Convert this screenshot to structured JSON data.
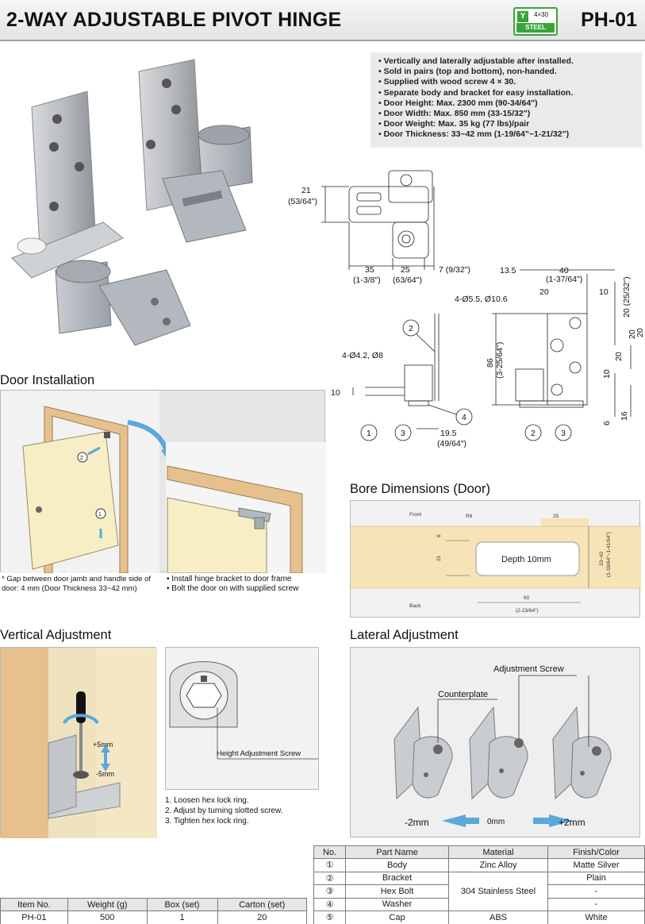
{
  "header": {
    "title": "2-WAY ADJUSTABLE PIVOT HINGE",
    "model": "PH-01",
    "badge_size": "4×30",
    "badge_material": "STEEL",
    "badge_logo": "Y"
  },
  "features": [
    "Vertically and laterally adjustable after installed.",
    "Sold in pairs (top and bottom), non-handed.",
    "Supplied with wood screw 4 × 30.",
    "Separate body and bracket for easy installation.",
    "Door Height: Max. 2300 mm (90-34/64\")",
    "Door Width: Max. 850 mm (33-15/32\")",
    "Door Weight: Max. 35 kg (77 lbs)/pair",
    "Door Thickness: 33~42 mm (1-19/64\"~1-21/32\")"
  ],
  "dimensions_top": {
    "d21": "21",
    "d21_in": "(53/64\")",
    "d35": "35",
    "d35_in": "(1-3/8\")",
    "d25": "25",
    "d25_in": "(63/64\")",
    "d7": "7 (9/32\")"
  },
  "dimensions_side": {
    "holes": "4-Ø4.2, Ø8",
    "d10": "10",
    "d19_5": "19.5",
    "d19_5_in": "(49/64\")",
    "c1": "1",
    "c2": "2",
    "c3": "3",
    "c4": "4"
  },
  "dimensions_front": {
    "d13_5": "13.5",
    "d40": "40",
    "d40_in": "(1-37/64\")",
    "holes": "4-Ø5.5, Ø10.6",
    "d20a": "20",
    "d10a": "10",
    "d20_in": "20 (25/32\")",
    "d20b": "20",
    "d20c": "20",
    "d20d": "20",
    "d86": "86",
    "d86_in": "(3-25/64\")",
    "d10b": "10",
    "d6": "6",
    "d16": "16",
    "c2": "2",
    "c3": "3"
  },
  "door_installation": {
    "title": "Door Installation",
    "step1": "1",
    "step2": "2",
    "note_left": "* Gap between door jamb and handle side of door: 4 mm (Door Thickness 33~42 mm)",
    "note_right_1": "• Install hinge bracket to door frame",
    "note_right_2": "• Bolt the door on with supplied screw"
  },
  "bore": {
    "title": "Bore Dimensions (Door)",
    "front": "Front",
    "back": "Back",
    "depth": "Depth 10mm",
    "r": "R6",
    "d25": "25",
    "d6": "6",
    "d21": "21",
    "d60": "60",
    "d60_in": "(2-23/64\")",
    "d33_42": "33~42",
    "d33_42_in": "(1-19/64\"~1-41/64\")"
  },
  "vertical": {
    "title": "Vertical Adjustment",
    "plus": "+5mm",
    "minus": "-5mm",
    "screw_label": "Height Adjustment Screw",
    "steps": [
      "1. Loosen hex lock ring.",
      "2. Adjust by turning slotted screw.",
      "3. Tighten hex lock ring."
    ]
  },
  "lateral": {
    "title": "Lateral Adjustment",
    "adj_screw": "Adjustment Screw",
    "counterplate": "Counterplate",
    "left": "-2mm",
    "center": "0mm",
    "right": "+2mm"
  },
  "spec_table": {
    "headers": [
      "Item No.",
      "Weight (g)",
      "Box (set)",
      "Carton (set)"
    ],
    "row": [
      "PH-01",
      "500",
      "1",
      "20"
    ]
  },
  "parts_table": {
    "headers": [
      "No.",
      "Part Name",
      "Material",
      "Finish/Color"
    ],
    "rows": [
      {
        "no": "①",
        "name": "Body",
        "material": "Zinc Alloy",
        "finish": "Matte Silver"
      },
      {
        "no": "②",
        "name": "Bracket",
        "material": "304 Stainless Steel",
        "finish": "Plain"
      },
      {
        "no": "③",
        "name": "Hex Bolt",
        "material": "",
        "finish": "-"
      },
      {
        "no": "④",
        "name": "Washer",
        "material": "",
        "finish": "-"
      },
      {
        "no": "⑤",
        "name": "Cap",
        "material": "ABS",
        "finish": "White"
      }
    ]
  },
  "colors": {
    "door": "#f7eec6",
    "frame": "#e6c18e",
    "panel": "#e6e6e6",
    "arrow": "#5aa8dc",
    "steel": "#3aa43a"
  }
}
